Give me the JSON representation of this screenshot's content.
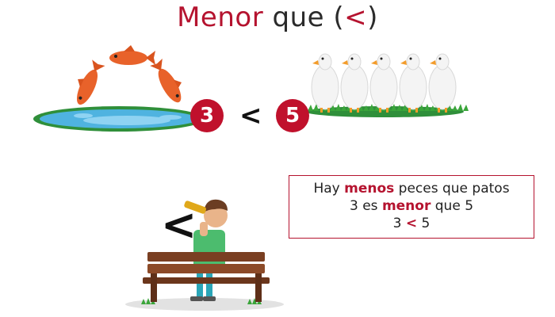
{
  "title": {
    "word_menor": "Menor",
    "word_que": "que",
    "paren_open": "(",
    "symbol": "<",
    "paren_close": ")"
  },
  "comparison": {
    "left_number": "3",
    "symbol": "<",
    "right_number": "5"
  },
  "explanation": {
    "line1_pre": "Hay",
    "line1_highlight": "menos",
    "line1_post": "peces que patos",
    "line2_pre": "3 es",
    "line2_highlight": "menor",
    "line2_post": "que 5",
    "line3_left": "3",
    "line3_symbol": "<",
    "line3_right": "5"
  },
  "telescope_symbol": "<",
  "colors": {
    "accent_red": "#b5132f",
    "fish_orange": "#e8622a",
    "pond_blue": "#4fb3e0",
    "grass_green": "#3aa53a",
    "bench_brown": "#7a3f22"
  },
  "icons": [
    "fish-icon",
    "duck-icon",
    "pond",
    "boy-with-telescope",
    "bench"
  ]
}
